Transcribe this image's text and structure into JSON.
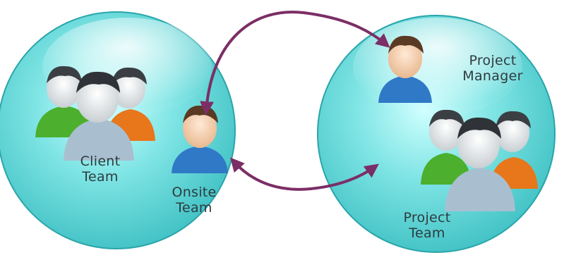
{
  "nodes": {
    "client_team": {
      "line1": "Client",
      "line2": "Team"
    },
    "onsite_team": {
      "line1": "Onsite",
      "line2": "Team"
    },
    "project_manager": {
      "line1": "Project",
      "line2": "Manager"
    },
    "project_team": {
      "line1": "Project",
      "line2": "Team"
    }
  },
  "colors": {
    "circle_fill": "#5fd3d3",
    "arrow": "#7c2e66",
    "shirt_green": "#4caf2e",
    "shirt_orange": "#e8761a",
    "shirt_blue": "#2f79c6",
    "shirt_grey": "#a9bfd0"
  }
}
